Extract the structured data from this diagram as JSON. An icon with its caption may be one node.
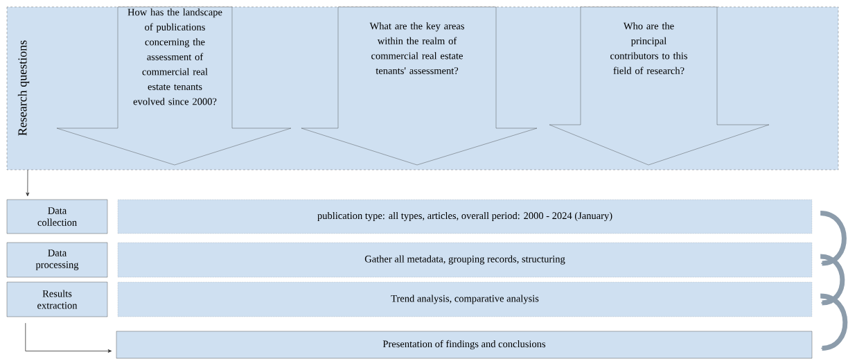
{
  "diagram": {
    "nodes": [
      {
        "text": [
          "Research questions"
        ]
      },
      {
        "text": [
          "How has the landscape of publications concerning the assessment of commercial real estate tenants evolved since 2000?"
        ],
        "in": 0
      },
      {
        "text": [
          "What are the key areas within the realm of commercial real estate tenants' assessment?"
        ],
        "in": 0
      },
      {
        "text": [
          "Who are the principal contributors to this field of research?"
        ],
        "in": 0
      },
      {
        "text": [
          "Data collection"
        ]
      },
      {
        "text": [
          "Data processing"
        ]
      },
      {
        "text": [
          "Results extraction"
        ]
      },
      {
        "text": [
          "publication type: all types, articles, overall period: 2000 - 2024 (January)"
        ]
      },
      {
        "text": [
          "Gather all metadata, grouping records, structuring"
        ]
      },
      {
        "text": [
          "Trend analysis, comparative analysis"
        ]
      },
      {
        "text": [
          "Presentation of findings and conclusions"
        ]
      }
    ],
    "edges": [
      {
        "from": 0,
        "to": 4,
        "arrow": "to",
        "color": "#333333"
      },
      {
        "from": 6,
        "to": 10,
        "arrow": "to",
        "color": "#333333"
      },
      {
        "from": 7,
        "to": 8,
        "arrow": "to"
      },
      {
        "from": 8,
        "to": 9,
        "arrow": "to"
      },
      {
        "from": 9,
        "to": 10,
        "arrow": "to"
      }
    ]
  }
}
